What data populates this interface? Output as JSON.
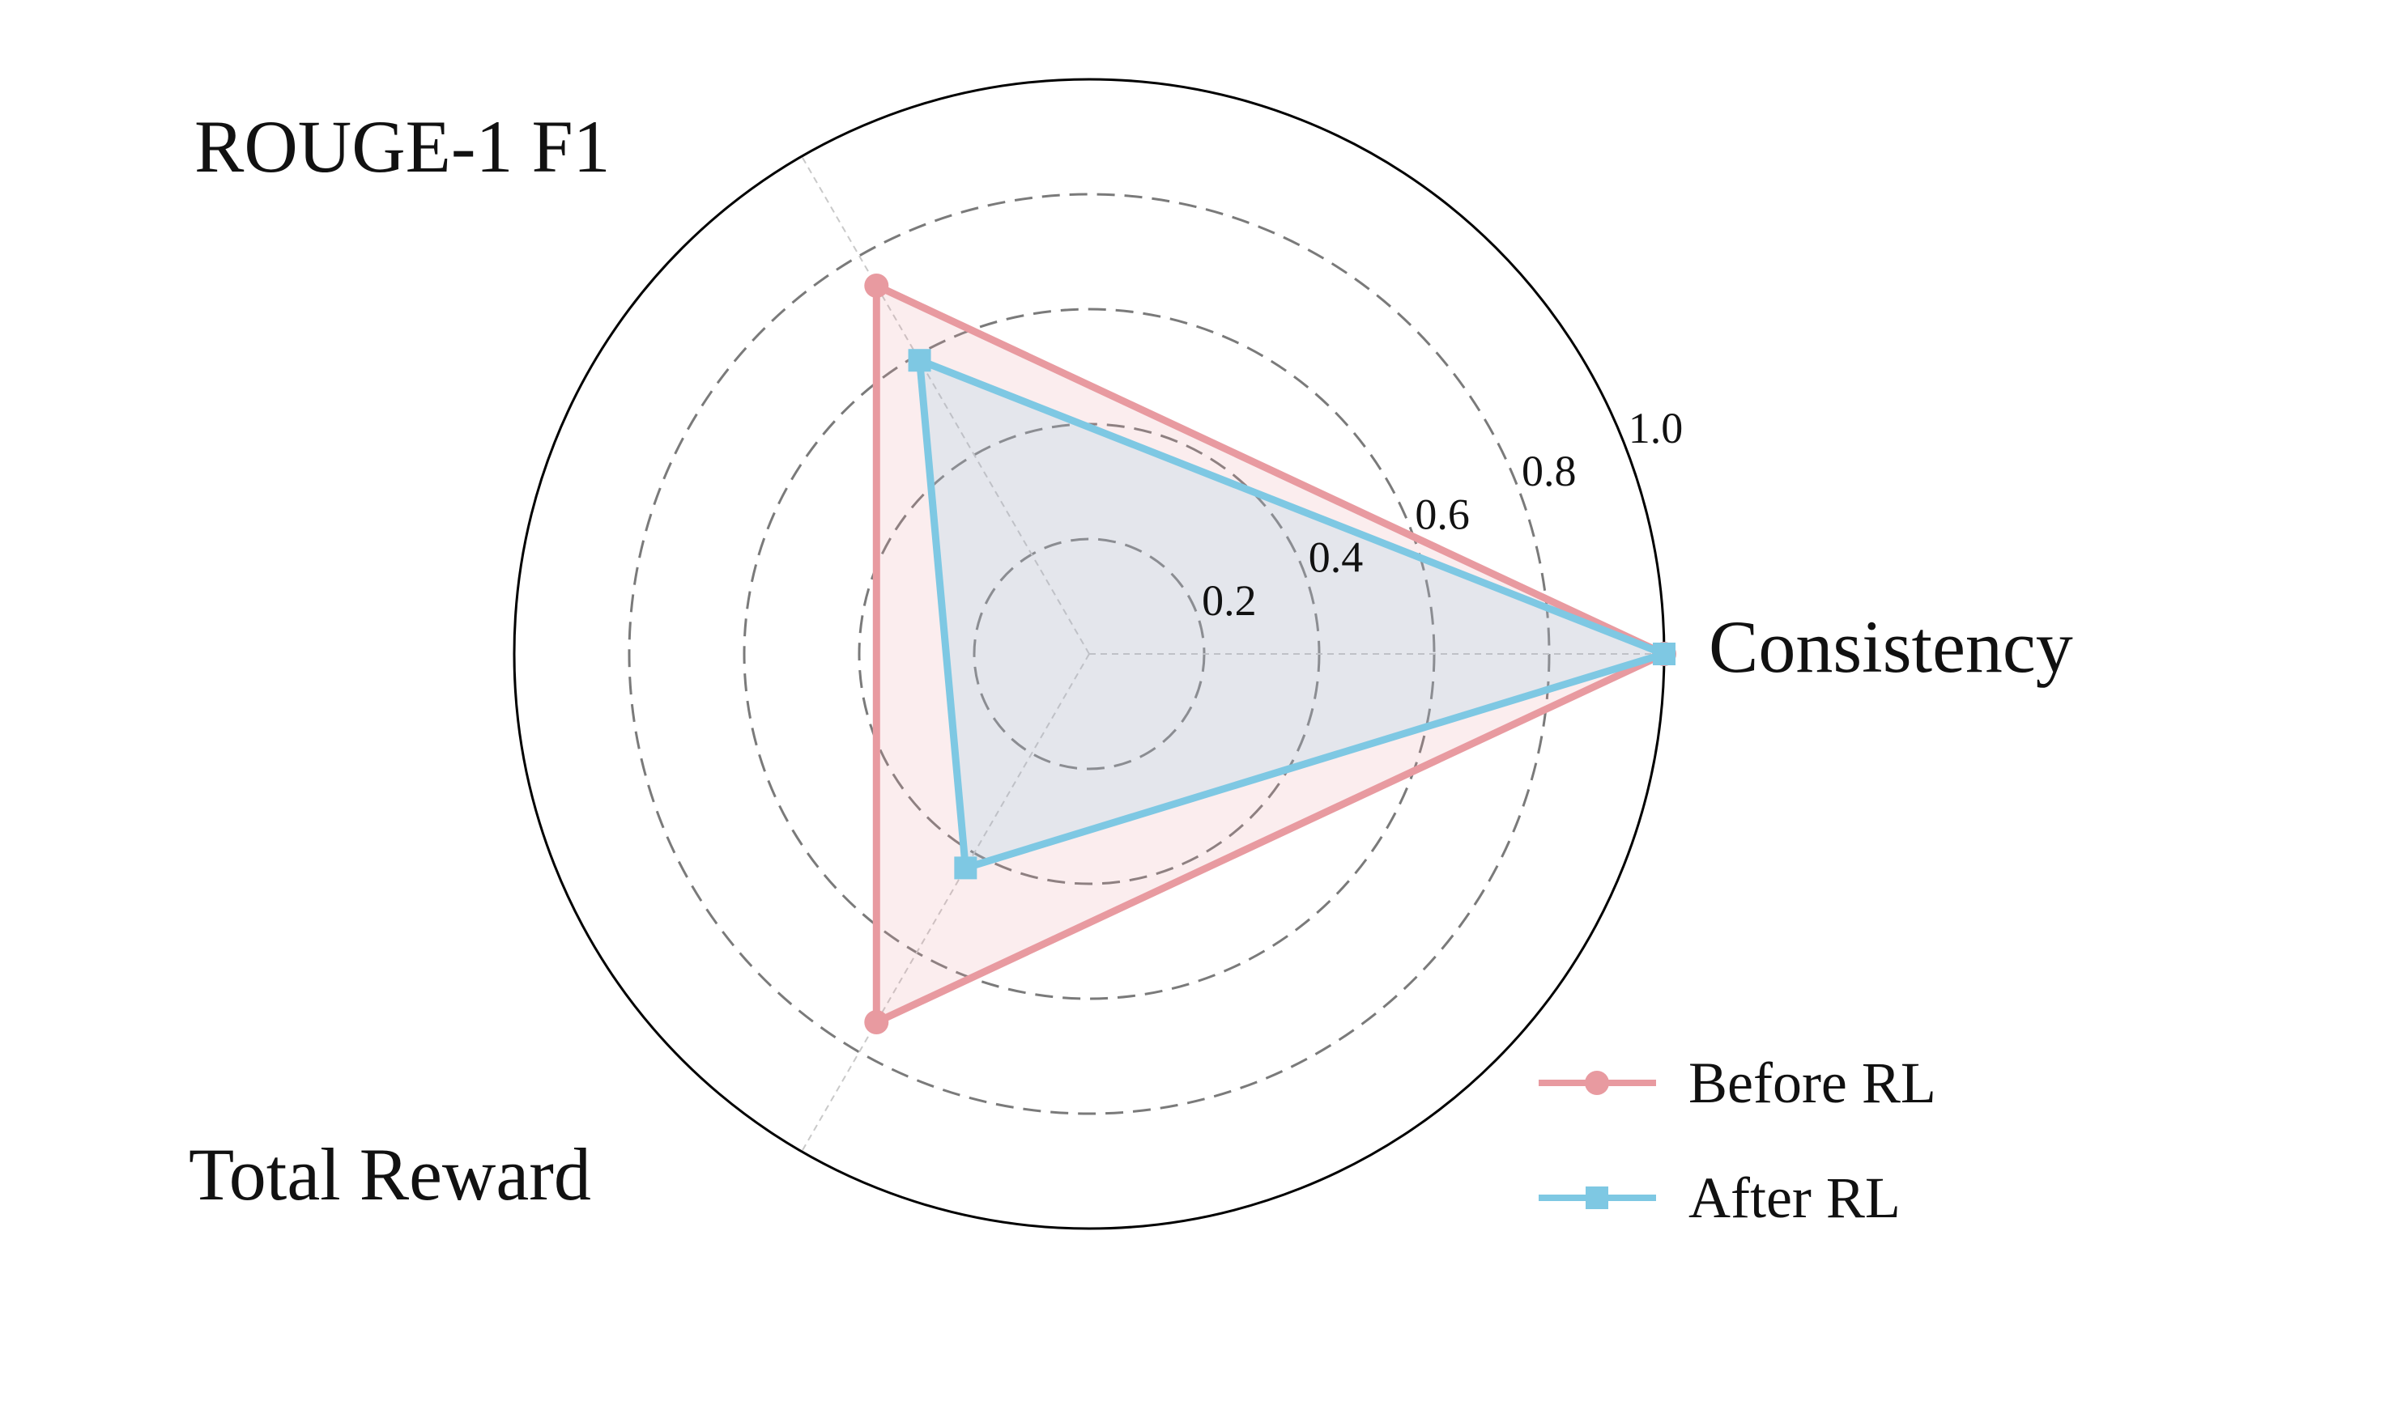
{
  "chart_data": {
    "type": "radar",
    "axes": [
      "Consistency",
      "ROUGE-1 F1",
      "Total Reward"
    ],
    "rlim": [
      0,
      1.0
    ],
    "rticks": [
      "0.2",
      "0.4",
      "0.6",
      "0.8",
      "1.0"
    ],
    "grid": "dashed",
    "legend_position": "bottom-right",
    "series": [
      {
        "name": "Before RL",
        "values": [
          1.0,
          0.74,
          0.74
        ],
        "color": "#e89aa0",
        "marker": "circle"
      },
      {
        "name": "After RL",
        "values": [
          1.0,
          0.59,
          0.43
        ],
        "color": "#7ec8e3",
        "marker": "square"
      }
    ]
  }
}
